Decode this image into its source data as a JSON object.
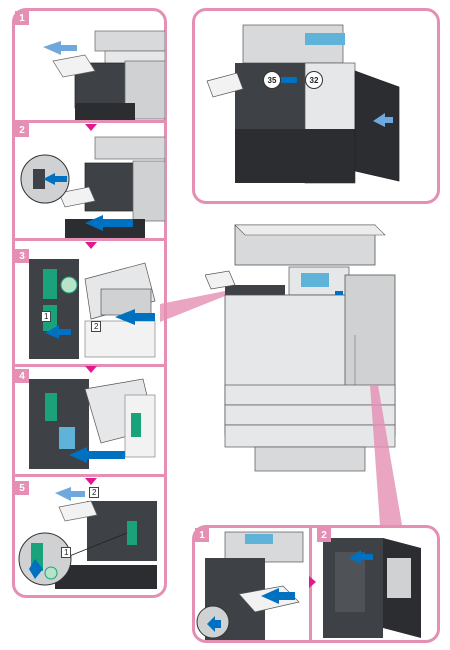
{
  "left_column": {
    "steps": [
      {
        "label": "1"
      },
      {
        "label": "2"
      },
      {
        "label": "3",
        "tags": [
          "1",
          "2"
        ]
      },
      {
        "label": "4"
      },
      {
        "label": "5",
        "tags": [
          "2",
          "1"
        ]
      }
    ]
  },
  "top_right": {
    "labels": [
      "35",
      "32"
    ]
  },
  "bottom_right": {
    "steps": [
      {
        "label": "1"
      },
      {
        "label": "2"
      }
    ]
  },
  "colors": {
    "frame": "#e58fb4",
    "arrow": "#0070c0",
    "step_marker": "#e0198e",
    "toner_green": "#1aa37a"
  }
}
